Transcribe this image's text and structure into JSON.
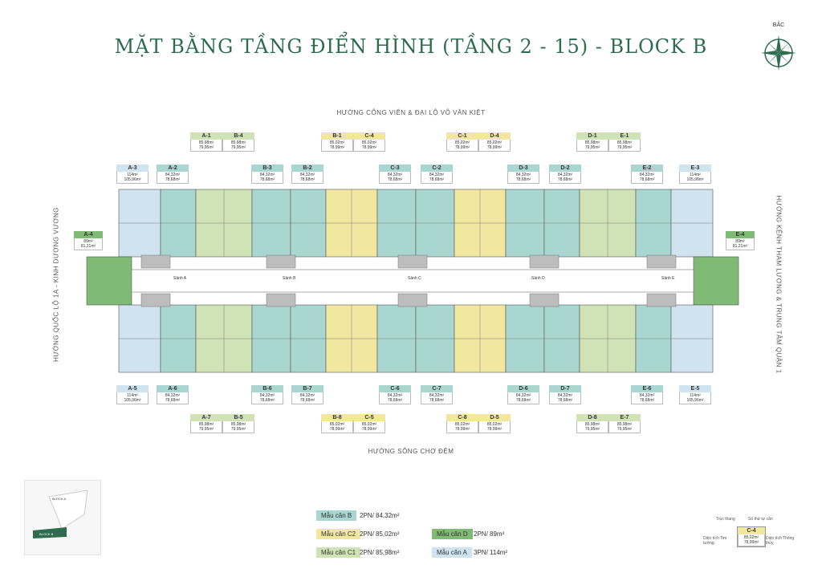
{
  "title": "MẶT BẰNG TẦNG ĐIỂN HÌNH (TẦNG 2 - 15) - BLOCK B",
  "compass_label": "BẮC",
  "directions": {
    "top": "HƯỚNG CÔNG VIÊN & ĐẠI LỘ VÕ VĂN KIỆT",
    "bottom": "HƯỚNG SÔNG CHỢ ĐỆM",
    "left": "HƯỚNG QUỐC LỘ 1A - KINH DƯƠNG VƯƠNG",
    "right": "HƯỚNG KÊNH THAM LƯƠNG & TRUNG TÂM QUẬN 1"
  },
  "halls": [
    "Sảnh A",
    "Sảnh B",
    "Sảnh C",
    "Sảnh D",
    "Sảnh E"
  ],
  "colors": {
    "B": "#a9d6d0",
    "C2": "#f2e7a0",
    "C1": "#cfe3b6",
    "D": "#7fbb74",
    "A": "#cfe4ef",
    "title": "#2e6b4f"
  },
  "units": {
    "A1": {
      "code": "A-1",
      "v1": "85,98m²",
      "v2": "79,95m²"
    },
    "B4": {
      "code": "B-4",
      "v1": "85,98m²",
      "v2": "79,95m²"
    },
    "B1": {
      "code": "B-1",
      "v1": "85,02m²",
      "v2": "78,99m²"
    },
    "C4": {
      "code": "C-4",
      "v1": "85,02m²",
      "v2": "78,99m²"
    },
    "C1": {
      "code": "C-1",
      "v1": "85,02m²",
      "v2": "78,99m²"
    },
    "D4": {
      "code": "D-4",
      "v1": "85,02m²",
      "v2": "78,99m²"
    },
    "D1": {
      "code": "D-1",
      "v1": "85,98m²",
      "v2": "79,95m²"
    },
    "E1": {
      "code": "E-1",
      "v1": "85,98m²",
      "v2": "79,95m²"
    },
    "A3": {
      "code": "A-3",
      "v1": "114m²",
      "v2": "105,96m²"
    },
    "A2": {
      "code": "A-2",
      "v1": "84,32m²",
      "v2": "78,68m²"
    },
    "B3": {
      "code": "B-3",
      "v1": "84,32m²",
      "v2": "78,68m²"
    },
    "B2": {
      "code": "B-2",
      "v1": "84,32m²",
      "v2": "78,68m²"
    },
    "C3": {
      "code": "C-3",
      "v1": "84,32m²",
      "v2": "78,68m²"
    },
    "C2": {
      "code": "C-2",
      "v1": "84,32m²",
      "v2": "78,68m²"
    },
    "D3": {
      "code": "D-3",
      "v1": "84,32m²",
      "v2": "78,68m²"
    },
    "D2": {
      "code": "D-2",
      "v1": "84,32m²",
      "v2": "78,68m²"
    },
    "E2": {
      "code": "E-2",
      "v1": "84,32m²",
      "v2": "78,68m²"
    },
    "E3": {
      "code": "E-3",
      "v1": "114m²",
      "v2": "105,96m²"
    },
    "A4": {
      "code": "A-4",
      "v1": "89m²",
      "v2": "81,21m²"
    },
    "E4": {
      "code": "E-4",
      "v1": "89m²",
      "v2": "81,21m²"
    },
    "A5": {
      "code": "A-5",
      "v1": "114m²",
      "v2": "105,96m²"
    },
    "A6": {
      "code": "A-6",
      "v1": "84,32m²",
      "v2": "78,68m²"
    },
    "B6": {
      "code": "B-6",
      "v1": "84,32m²",
      "v2": "78,68m²"
    },
    "B7": {
      "code": "B-7",
      "v1": "84,32m²",
      "v2": "78,68m²"
    },
    "C6": {
      "code": "C-6",
      "v1": "84,32m²",
      "v2": "78,68m²"
    },
    "C7": {
      "code": "C-7",
      "v1": "84,32m²",
      "v2": "78,68m²"
    },
    "D6": {
      "code": "D-6",
      "v1": "84,32m²",
      "v2": "78,68m²"
    },
    "D7": {
      "code": "D-7",
      "v1": "84,32m²",
      "v2": "78,68m²"
    },
    "E6": {
      "code": "E-6",
      "v1": "84,32m²",
      "v2": "78,68m²"
    },
    "E5": {
      "code": "E-5",
      "v1": "114m²",
      "v2": "105,96m²"
    },
    "A7": {
      "code": "A-7",
      "v1": "85,98m²",
      "v2": "79,95m²"
    },
    "B5": {
      "code": "B-5",
      "v1": "85,98m²",
      "v2": "79,95m²"
    },
    "B8": {
      "code": "B-8",
      "v1": "85,02m²",
      "v2": "78,99m²"
    },
    "C5": {
      "code": "C-5",
      "v1": "85,02m²",
      "v2": "78,99m²"
    },
    "C8": {
      "code": "C-8",
      "v1": "85,02m²",
      "v2": "78,99m²"
    },
    "D5": {
      "code": "D-5",
      "v1": "85,02m²",
      "v2": "78,99m²"
    },
    "D8": {
      "code": "D-8",
      "v1": "85,98m²",
      "v2": "79,95m²"
    },
    "E7": {
      "code": "E-7",
      "v1": "85,98m²",
      "v2": "79,95m²"
    }
  },
  "legend": [
    {
      "badge": "Mẫu căn B",
      "text": "2PN/ 84,32m²"
    },
    {
      "badge": "Mẫu căn C2",
      "text": "2PN/ 85,02m²"
    },
    {
      "badge": "Mẫu căn C1",
      "text": "2PN/ 85,98m²"
    },
    {
      "badge": "Mẫu căn D",
      "text": "2PN/ 89m²"
    },
    {
      "badge": "Mẫu căn A",
      "text": "3PN/ 114m²"
    }
  ],
  "keymap": {
    "block_a": "BLOCK A",
    "block_b": "BLOCK B"
  },
  "key_sample": {
    "label_top_left": "Trục thang",
    "label_top_right": "Số thứ tự căn",
    "code": "C-4",
    "v1": "85,02m²",
    "v2": "78,99m²",
    "label_left": "Diện tích Tim tường",
    "label_right": "Diện tích Thông thủy"
  }
}
